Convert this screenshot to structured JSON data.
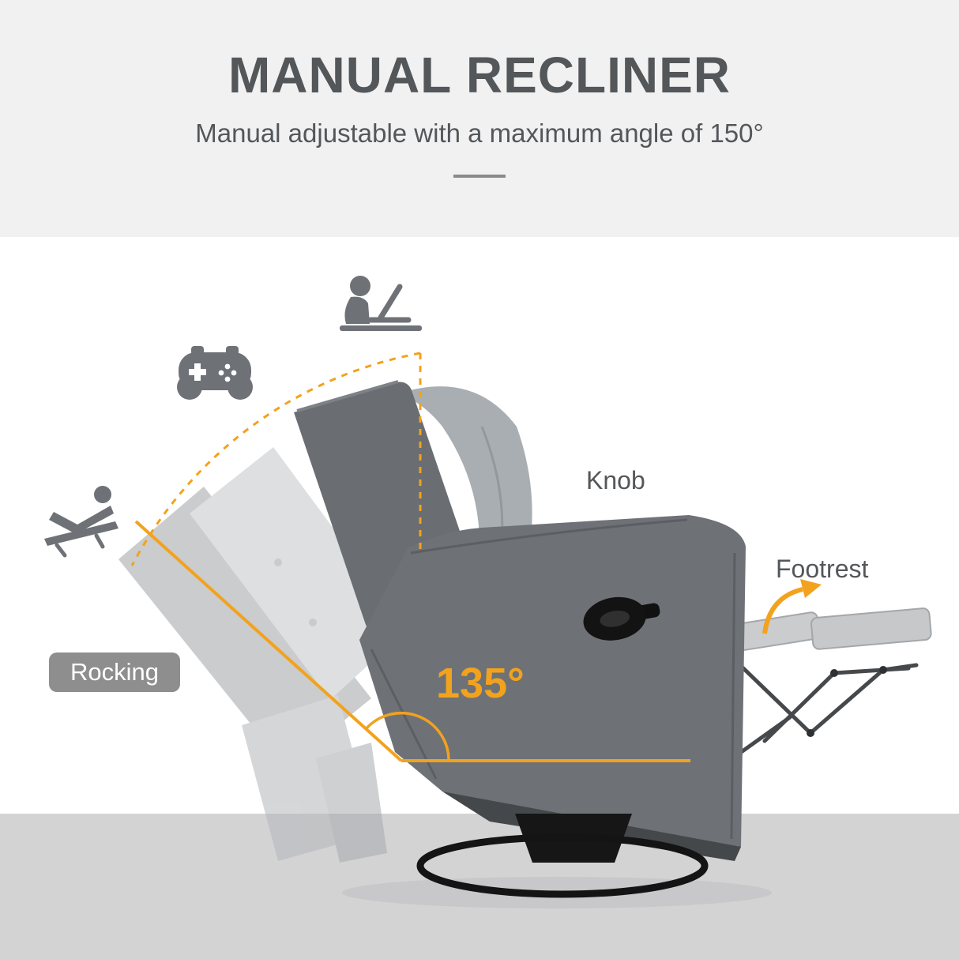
{
  "header": {
    "title": "MANUAL RECLINER",
    "subtitle": "Manual adjustable with a maximum angle of 150°"
  },
  "scene": {
    "angle_label": "135°",
    "knob_label": "Knob",
    "footrest_label": "Footrest",
    "rocking_label": "Rocking",
    "icons": [
      "person-reclining-icon",
      "gamepad-icon",
      "person-laptop-icon",
      "footrest-direction-arrow-icon"
    ],
    "colors": {
      "accent": "#F2A21D",
      "heading_text": "#54575A",
      "label_text": "#54575A",
      "badge_bg": "#8E8E8E",
      "badge_text": "#FFFFFF",
      "header_band": "#F1F1F2",
      "floor": "#D3D3D4",
      "chair_body": "#6E7277",
      "chair_cushion": "#A9AEB3",
      "ghost_gray": "#B9BDC0",
      "base_black": "#141414"
    }
  }
}
